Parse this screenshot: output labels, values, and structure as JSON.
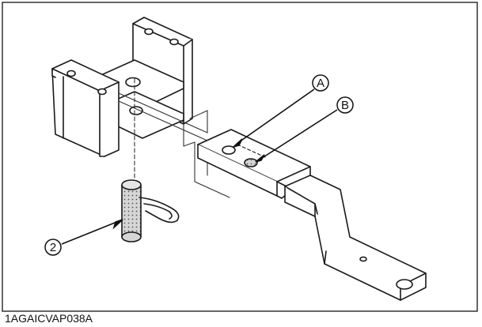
{
  "figure": {
    "code": "1AGAICVAP038A",
    "callouts": {
      "a": "A",
      "b": "B",
      "two": "2"
    },
    "colors": {
      "line": "#1a1a1a",
      "frame": "#333333",
      "hole_b_fill": "#b8b8b8",
      "pin_fill": "#d0d0d0"
    }
  }
}
